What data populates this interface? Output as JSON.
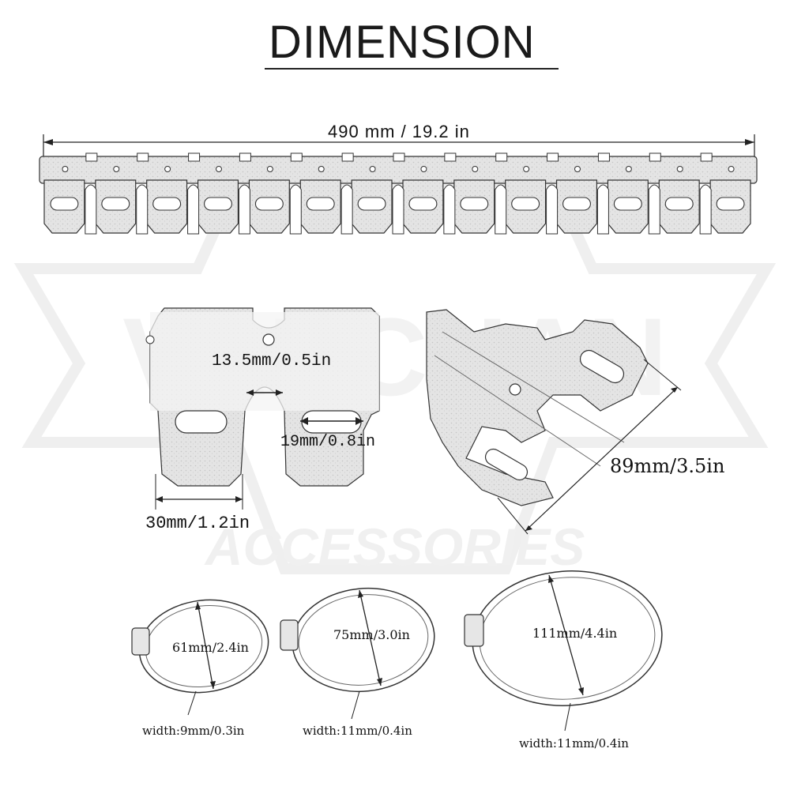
{
  "title": "DIMENSION",
  "watermark": {
    "brand": "VANCHAN",
    "tagline": "ACCESSORIES"
  },
  "measurements": {
    "total_length": "490 mm / 19.2 in",
    "slot_gap": "13.5mm/0.5in",
    "hole_length": "19mm/0.8in",
    "tab_width": "30mm/1.2in",
    "shield_depth": "89mm/3.5in"
  },
  "clamps": [
    {
      "diameter": "61mm/2.4in",
      "width": "width:9mm/0.3in"
    },
    {
      "diameter": "75mm/3.0in",
      "width": "width:11mm/0.4in"
    },
    {
      "diameter": "111mm/4.4in",
      "width": "width:11mm/0.4in"
    }
  ],
  "colors": {
    "line": "#222222",
    "metal": "#d9d9d9",
    "watermark": "#ececec"
  }
}
